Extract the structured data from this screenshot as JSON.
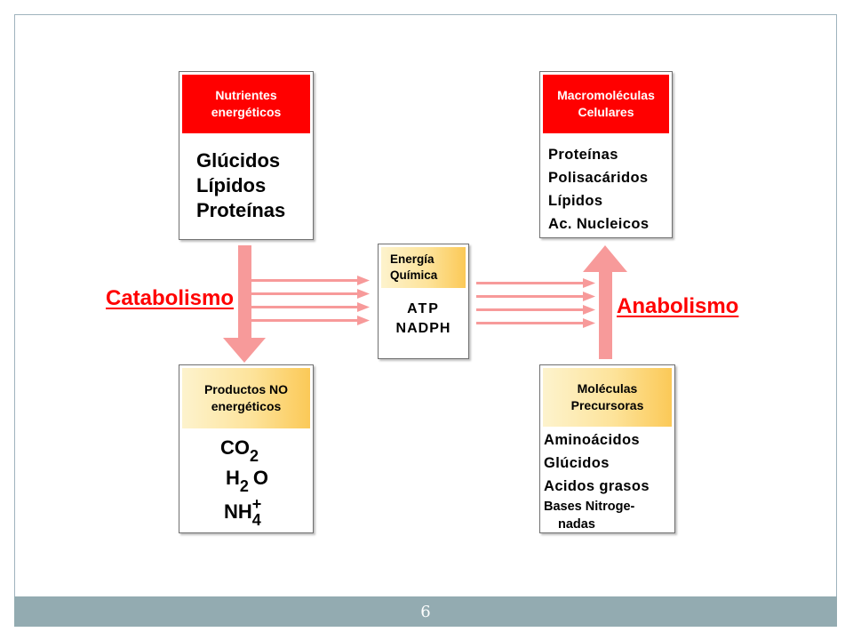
{
  "colors": {
    "accent_red": "#ff0000",
    "arrow_pink": "#f79a9a",
    "footer": "#93abb1",
    "header_yellow": "#fde39a"
  },
  "footer": {
    "page_number": "6"
  },
  "nutrients": {
    "header_line1": "Nutrientes",
    "header_line2": "energéticos",
    "items": [
      "Glúcidos",
      "Lípidos",
      "Proteínas"
    ]
  },
  "products": {
    "header_line1": "Productos NO",
    "header_line2": "energéticos",
    "formulas": {
      "co2": {
        "base": "CO",
        "sub": "2"
      },
      "h2o": {
        "base1": "H",
        "sub": "2",
        "base2": "O"
      },
      "nh4": {
        "base": "NH",
        "sub": "4",
        "sup": "+"
      }
    }
  },
  "energy": {
    "header_line1": "Energía",
    "header_line2": "Química",
    "items": [
      "ATP",
      "NADPH"
    ]
  },
  "macromolecules": {
    "header_line1": "Macromoléculas",
    "header_line2": "Celulares",
    "items": [
      "Proteínas",
      "Polisacáridos",
      "Lípidos",
      "Ac. Nucleicos"
    ]
  },
  "precursors": {
    "header_line1": "Moléculas",
    "header_line2": "Precursoras",
    "items": [
      "Aminoácidos",
      "Glúcidos",
      "Acidos grasos"
    ],
    "last_item_line1": "Bases Nitroge-",
    "last_item_line2": "nadas"
  },
  "labels": {
    "catabolism": "Catabolismo",
    "anabolism": "Anabolismo"
  }
}
